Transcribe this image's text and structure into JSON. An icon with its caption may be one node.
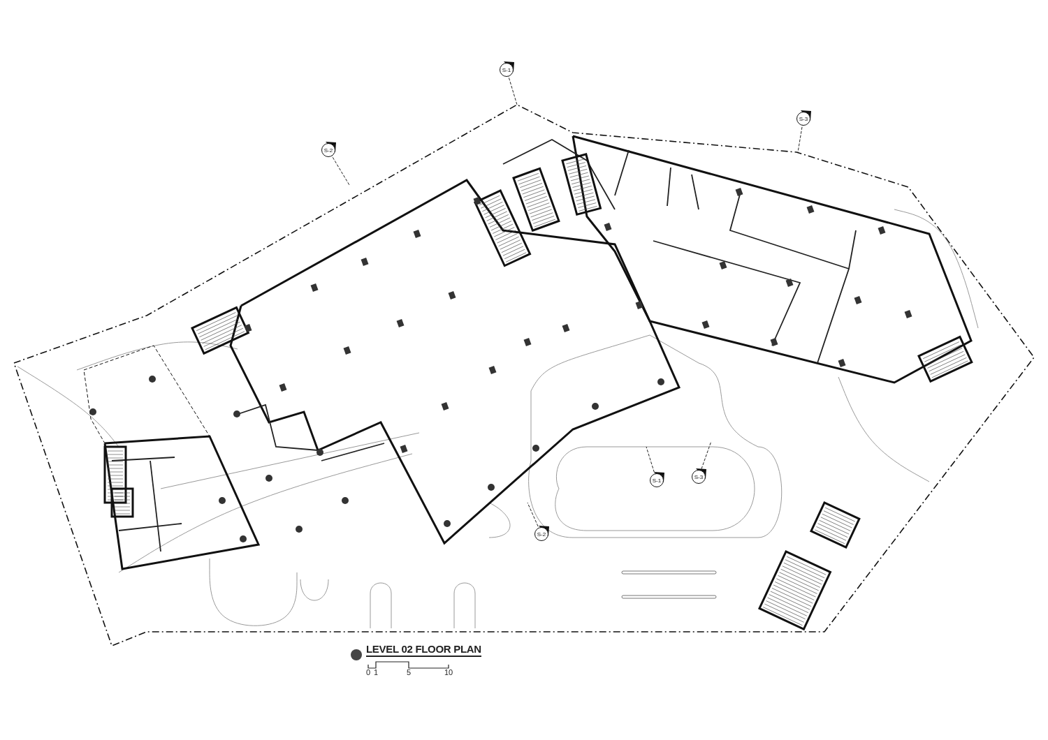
{
  "diagram": {
    "title": "LEVEL 02 FLOOR PLAN",
    "labels": [
      "S-1",
      "S-2",
      "S-3",
      "S-1",
      "S-3",
      "S-2",
      "0",
      "1",
      "5",
      "10"
    ]
  }
}
